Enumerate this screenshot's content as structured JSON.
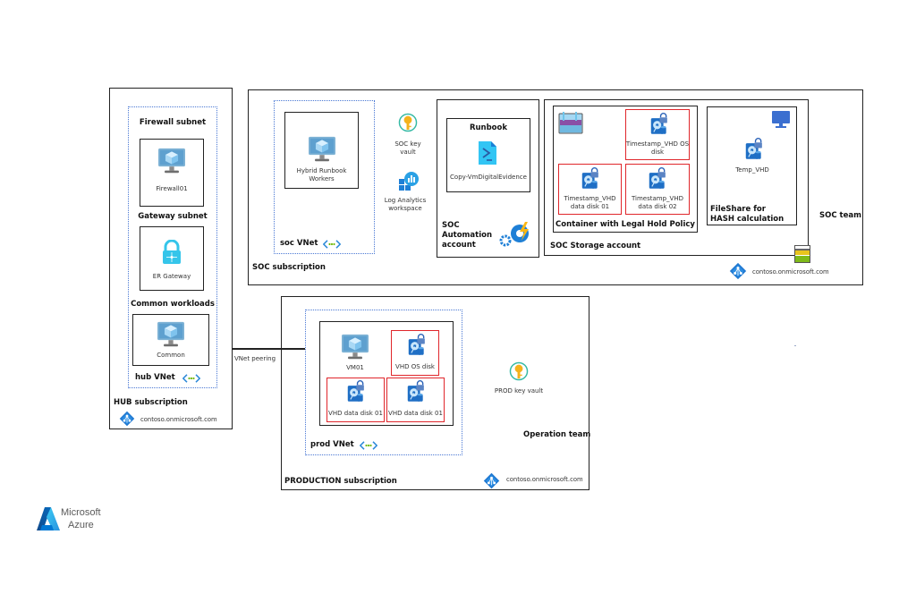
{
  "hub": {
    "subscription_label": "HUB subscription",
    "tenant": "contoso.onmicrosoft.com",
    "vnet_label": "hub VNet",
    "firewall_subnet_label": "Firewall subnet",
    "firewall_vm": "Firewall01",
    "gateway_subnet_label": "Gateway subnet",
    "gateway_label": "ER Gateway",
    "common_workloads_label": "Common workloads",
    "common_vm": "Common"
  },
  "peering": {
    "label": "VNet peering"
  },
  "soc": {
    "subscription_label": "SOC subscription",
    "team_label": "SOC team",
    "tenant": "contoso.onmicrosoft.com",
    "vnet_label": "soc VNet",
    "hybrid_workers": "Hybrid Runbook Workers",
    "key_vault": "SOC key vault",
    "log_analytics": "Log Analytics workspace",
    "automation": {
      "account_label": "SOC Automation account",
      "runbook_title": "Runbook",
      "runbook_name": "Copy-VmDigitalEvidence"
    },
    "storage": {
      "account_label": "SOC Storage account",
      "container_label": "Container with Legal Hold Policy",
      "disks": [
        "Timestamp_VHD OS disk",
        "Timestamp_VHD data disk 01",
        "Timestamp_VHD data disk 02"
      ],
      "fileshare_label": "FileShare for HASH calculation",
      "temp_vhd": "Temp_VHD"
    }
  },
  "prod": {
    "subscription_label": "PRODUCTION subscription",
    "team_label": "Operation team",
    "tenant": "contoso.onmicrosoft.com",
    "vnet_label": "prod VNet",
    "vm": "VM01",
    "disks": [
      "VHD OS disk",
      "VHD data disk 01",
      "VHD data disk 01"
    ],
    "key_vault": "PROD key vault"
  },
  "branding": {
    "line1": "Microsoft",
    "line2": "Azure"
  },
  "colors": {
    "disk_border": "#e0262b",
    "vnet_border": "#4a78d4",
    "azure_blue": "#0078d4"
  }
}
